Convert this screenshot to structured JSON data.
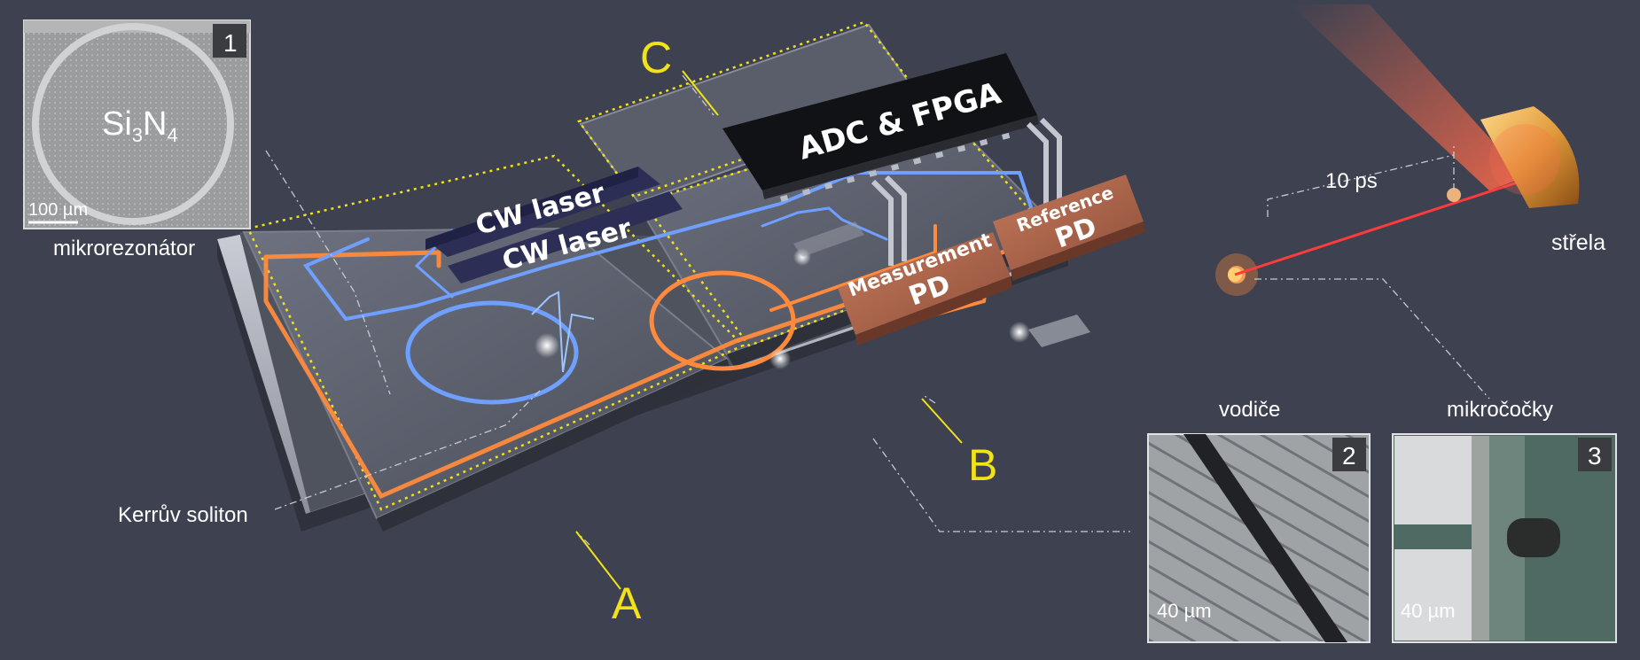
{
  "colors": {
    "background": "#3d4150",
    "label_yellow": "#f2e21a",
    "waveguide_orange": "#ff8a3d",
    "waveguide_blue": "#6fa0ff",
    "pd_copper": "#b76a4f",
    "laser_beam": "#ff3b3b"
  },
  "inset1": {
    "number": "1",
    "material_main": "Si",
    "material_sub3": "3",
    "material_mid": "N",
    "material_sub4": "4",
    "scale": "100 µm",
    "caption": "mikrorezonátor"
  },
  "inset2": {
    "number": "2",
    "scale": "40 µm",
    "caption": "vodiče"
  },
  "inset3": {
    "number": "3",
    "scale": "40 µm",
    "caption": "mikročočky"
  },
  "regions": {
    "a": "A",
    "b": "B",
    "c": "C"
  },
  "components": {
    "laser1": "CW laser",
    "laser2": "CW laser",
    "adc": "ADC & FPGA",
    "pd_meas_line1": "Measurement",
    "pd_meas_line2": "PD",
    "pd_ref_line1": "Reference",
    "pd_ref_line2": "PD"
  },
  "annotations": {
    "soliton": "Kerrův soliton",
    "time": "10 ps",
    "bullet": "střela"
  }
}
